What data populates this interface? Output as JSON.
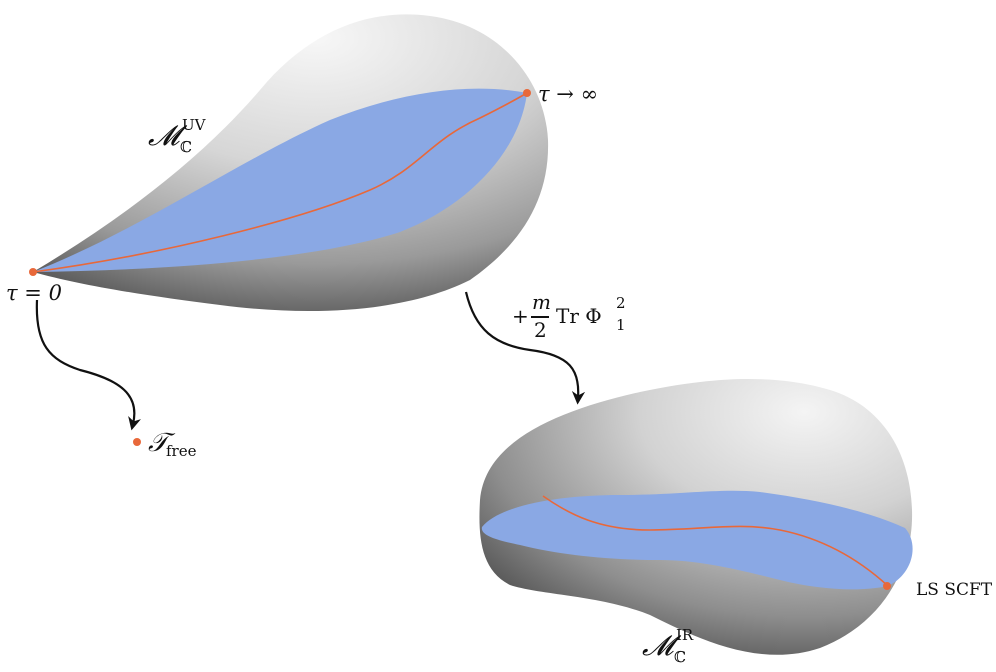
{
  "labels": {
    "uv_space": {
      "main": "𝓜",
      "sup": "UV",
      "sub": "ℂ"
    },
    "ir_space": {
      "main": "𝓜",
      "sup": "IR",
      "sub": "ℂ"
    },
    "tau_zero": "τ = 0",
    "tau_infinity": "τ → ∞",
    "t_free": {
      "main": "𝒯",
      "sub": "free"
    },
    "deformation": {
      "prefix": "+",
      "num": "m",
      "den": "2",
      "op": "Tr Φ",
      "sup": "2",
      "sub": "1"
    },
    "ls_scft": "LS SCFT"
  },
  "colors": {
    "sheet": "#8aa8e4",
    "trajectory": "#e8683a",
    "marker": "#e8683a",
    "arrow": "#111111"
  }
}
